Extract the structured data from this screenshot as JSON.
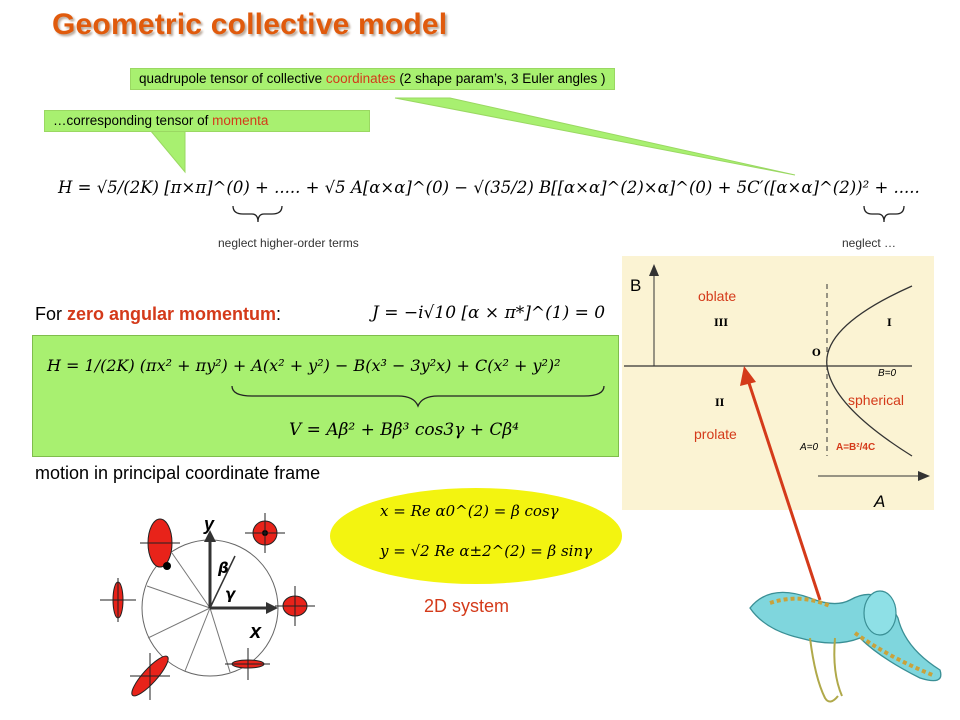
{
  "title": "Geometric collective model",
  "callouts": {
    "quadrupole": {
      "before": "quadrupole tensor of collective ",
      "highlight": "coordinates",
      "after": " (2 shape param’s, 3 Euler angles )"
    },
    "momenta": {
      "before": "…corresponding tensor of ",
      "highlight": "momenta"
    }
  },
  "hamiltonian_formula": "H = √5/(2K) [π×π]^(0) + ..... + √5 A[α×α]^(0) − √(35/2) B[[α×α]^(2)×α]^(0) + 5C′([α×α]^(2))² + .....",
  "neglect_labels": {
    "higher_order": "neglect higher-order terms",
    "other": "neglect …"
  },
  "zero_momentum": {
    "prefix": "For ",
    "bold": "zero angular momentum",
    "suffix": ":",
    "formula": "J = −i√10 [α × π*]^(1) = 0"
  },
  "box_formulas": {
    "hamiltonian": "H = 1/(2K) (πx² + πy²) + A(x² + y²) − B(x³ − 3y²x) + C(x² + y²)²",
    "potential": "V = Aβ² + Bβ³ cos3γ + Cβ⁴"
  },
  "motion_label": "motion in principal coordinate frame",
  "ellipse_formulas": {
    "x": "x = Re α0^(2) = β cosγ",
    "y": "y = √2 Re α±2^(2) = β sinγ"
  },
  "system_label": "2D system",
  "coord_diagram": {
    "x_label": "x",
    "y_label": "y",
    "beta_label": "β",
    "gamma_label": "γ"
  },
  "phase_diagram": {
    "b_axis": "B",
    "a_axis": "A",
    "oblate": "oblate",
    "prolate": "prolate",
    "spherical": "spherical",
    "region_I": "I",
    "region_II": "II",
    "region_III": "III",
    "origin": "O",
    "b_zero": "B=0",
    "a_zero": "A=0",
    "a_relation": "A=B²/4C"
  },
  "colors": {
    "title": "#e05a0c",
    "callout_bg": "#a8f070",
    "ellipse_bg": "#f3f410",
    "phase_bg": "#fbf3d3",
    "arrow": "#d43a1a"
  }
}
